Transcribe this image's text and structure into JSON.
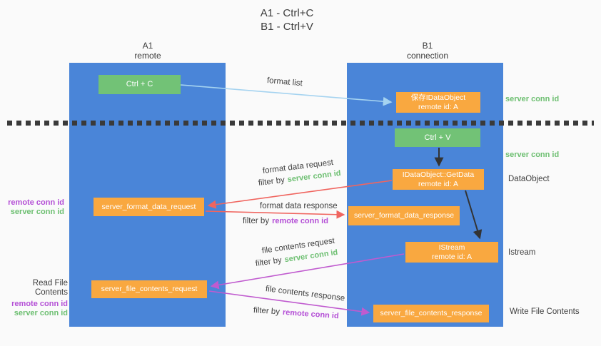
{
  "title": {
    "line1": "A1 - Ctrl+C",
    "line2": "B1 - Ctrl+V"
  },
  "lanes": {
    "left": {
      "title": "A1",
      "subtitle": "remote"
    },
    "right": {
      "title": "B1",
      "subtitle": "connection"
    }
  },
  "nodes": {
    "ctrl_c": {
      "label": "Ctrl + C"
    },
    "save_idataobject": {
      "line1": "保存IDataObject",
      "line2": "remote id: A"
    },
    "ctrl_v": {
      "label": "Ctrl + V"
    },
    "getdata": {
      "line1": "IDataObject::GetData",
      "line2": "remote id: A"
    },
    "server_format_data_request": {
      "label": "server_format_data_request"
    },
    "server_format_data_response": {
      "label": "server_format_data_response"
    },
    "istream": {
      "line1": "IStream",
      "line2": "remote id: A"
    },
    "server_file_contents_request": {
      "label": "server_file_contents_request"
    },
    "server_file_contents_response": {
      "label": "server_file_contents_response"
    }
  },
  "annotations": {
    "right_side": {
      "server_conn_id_top": "server conn id",
      "server_conn_id_mid": "server conn id",
      "dataobject": "DataObject",
      "istream": "Istream",
      "write_file_contents": "Write File Contents"
    },
    "left_side": {
      "remote_conn_id_top": "remote conn id",
      "server_conn_id_top": "server conn id",
      "read_file_contents": "Read File Contents",
      "remote_conn_id_bottom": "remote conn id",
      "server_conn_id_bottom": "server conn id"
    }
  },
  "arrows": {
    "format_list": {
      "label": "format list"
    },
    "format_data_request": {
      "label": "format data request",
      "filter_prefix": "filter by",
      "filter_key": "server conn id"
    },
    "format_data_response": {
      "label": "format data response",
      "filter_prefix": "filter by",
      "filter_key": "remote conn id"
    },
    "file_contents_request": {
      "label": "file contents request",
      "filter_prefix": "filter by",
      "filter_key": "server conn id"
    },
    "file_contents_response": {
      "label": "file contents response",
      "filter_prefix": "filter by",
      "filter_key": "remote conn id"
    }
  },
  "colors": {
    "lane_blue": "#4a85d8",
    "node_green": "#72c276",
    "node_orange": "#f9a840",
    "arrow_light_blue": "#a5d3f0",
    "arrow_red": "#f0655f",
    "arrow_purple": "#c05bcf",
    "arrow_black": "#333333",
    "text_green": "#6dbf71",
    "text_purple": "#b44fd6",
    "text_dark": "#3f3f3f",
    "background": "#fafafa"
  }
}
